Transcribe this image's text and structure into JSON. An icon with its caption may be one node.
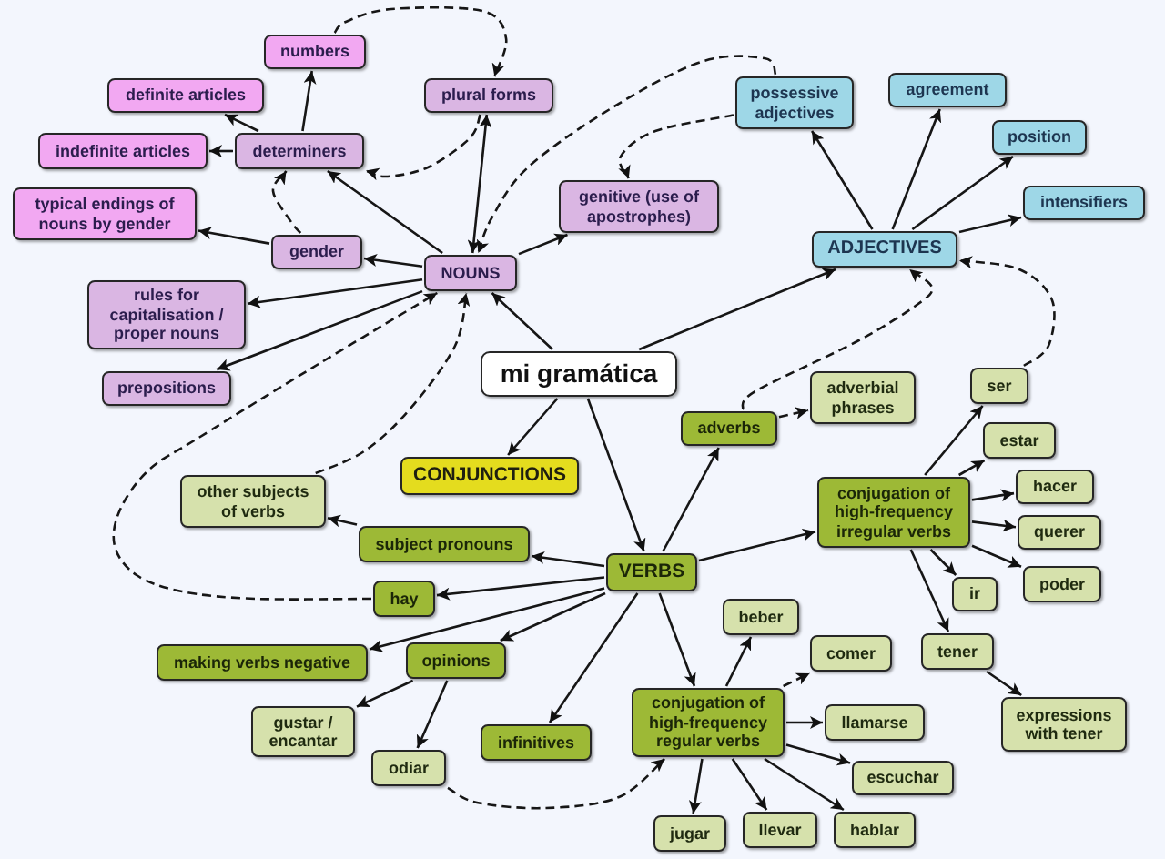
{
  "diagram": {
    "nodes": [
      {
        "text": [
          "numbers"
        ]
      },
      {
        "text": [
          "definite articles"
        ]
      },
      {
        "text": [
          "plural forms"
        ]
      },
      {
        "text": [
          "possessive adjectives"
        ]
      },
      {
        "text": [
          "agreement"
        ]
      },
      {
        "text": [
          "indefinite articles"
        ]
      },
      {
        "text": [
          "determiners"
        ]
      },
      {
        "text": [
          "position"
        ]
      },
      {
        "text": [
          "genitive (use of apostrophes)"
        ]
      },
      {
        "text": [
          "typical endings of nouns by gender"
        ]
      },
      {
        "text": [
          "intensifiers"
        ]
      },
      {
        "text": [
          "gender"
        ]
      },
      {
        "text": [
          "ADJECTIVES"
        ]
      },
      {
        "text": [
          "NOUNS"
        ]
      },
      {
        "text": [
          "rules for capitalisation / proper nouns"
        ]
      },
      {
        "text": [
          "mi gramática"
        ]
      },
      {
        "text": [
          "ser"
        ]
      },
      {
        "text": [
          "adverbial phrases"
        ]
      },
      {
        "text": [
          "prepositions"
        ]
      },
      {
        "text": [
          "adverbs"
        ]
      },
      {
        "text": [
          "estar"
        ]
      },
      {
        "text": [
          "CONJUNCTIONS"
        ]
      },
      {
        "text": [
          "hacer"
        ]
      },
      {
        "text": [
          "other subjects of verbs"
        ]
      },
      {
        "text": [
          "conjugation of high-frequency irregular verbs"
        ]
      },
      {
        "text": [
          "querer"
        ]
      },
      {
        "text": [
          "subject pronouns"
        ]
      },
      {
        "text": [
          "VERBS"
        ]
      },
      {
        "text": [
          "poder"
        ]
      },
      {
        "text": [
          "ir"
        ]
      },
      {
        "text": [
          "hay"
        ]
      },
      {
        "text": [
          "beber"
        ]
      },
      {
        "text": [
          "tener"
        ]
      },
      {
        "text": [
          "comer"
        ]
      },
      {
        "text": [
          "opinions"
        ]
      },
      {
        "text": [
          "making verbs negative"
        ]
      },
      {
        "text": [
          "conjugation of high-frequency regular verbs"
        ]
      },
      {
        "text": [
          "llamarse"
        ]
      },
      {
        "text": [
          "expressions with tener"
        ]
      },
      {
        "text": [
          "infinitives"
        ]
      },
      {
        "text": [
          "gustar / encantar"
        ]
      },
      {
        "text": [
          "odiar"
        ]
      },
      {
        "text": [
          "escuchar"
        ]
      },
      {
        "text": [
          "llevar"
        ]
      },
      {
        "text": [
          "hablar"
        ]
      },
      {
        "text": [
          "jugar"
        ]
      }
    ],
    "edges": [
      {
        "from": 15,
        "to": 13,
        "arrow": "to"
      },
      {
        "from": 15,
        "to": 12,
        "arrow": "to"
      },
      {
        "from": 15,
        "to": 21,
        "arrow": "to"
      },
      {
        "from": 15,
        "to": 27,
        "arrow": "to"
      },
      {
        "from": 13,
        "to": 2,
        "arrow": "both"
      },
      {
        "from": 13,
        "to": 6,
        "arrow": "to"
      },
      {
        "from": 13,
        "to": 11,
        "arrow": "to"
      },
      {
        "from": 13,
        "to": 14,
        "arrow": "to"
      },
      {
        "from": 13,
        "to": 18,
        "arrow": "to"
      },
      {
        "from": 13,
        "to": 8,
        "arrow": "to"
      },
      {
        "from": 6,
        "to": 0,
        "arrow": "to"
      },
      {
        "from": 6,
        "to": 1,
        "arrow": "to"
      },
      {
        "from": 6,
        "to": 5,
        "arrow": "to"
      },
      {
        "from": 11,
        "to": 9,
        "arrow": "to"
      },
      {
        "from": 11,
        "to": 6,
        "arrow": "to",
        "style": "dashed"
      },
      {
        "from": 0,
        "to": 2,
        "arrow": "to",
        "style": "dashed"
      },
      {
        "from": 2,
        "to": 6,
        "arrow": "to",
        "style": "dashed"
      },
      {
        "from": 3,
        "to": 13,
        "arrow": "to",
        "style": "dashed"
      },
      {
        "from": 3,
        "to": 8,
        "arrow": "to",
        "style": "dashed"
      },
      {
        "from": 12,
        "to": 3,
        "arrow": "to"
      },
      {
        "from": 12,
        "to": 4,
        "arrow": "to"
      },
      {
        "from": 12,
        "to": 7,
        "arrow": "to"
      },
      {
        "from": 12,
        "to": 10,
        "arrow": "to"
      },
      {
        "from": 19,
        "to": 12,
        "arrow": "to",
        "style": "dashed"
      },
      {
        "from": 16,
        "to": 12,
        "arrow": "to",
        "style": "dashed"
      },
      {
        "from": 27,
        "to": 19,
        "arrow": "to"
      },
      {
        "from": 19,
        "to": 17,
        "arrow": "to",
        "style": "dashed"
      },
      {
        "from": 27,
        "to": 24,
        "arrow": "to"
      },
      {
        "from": 24,
        "to": 16,
        "arrow": "to"
      },
      {
        "from": 24,
        "to": 20,
        "arrow": "to"
      },
      {
        "from": 24,
        "to": 22,
        "arrow": "to"
      },
      {
        "from": 24,
        "to": 25,
        "arrow": "to"
      },
      {
        "from": 24,
        "to": 28,
        "arrow": "to"
      },
      {
        "from": 24,
        "to": 29,
        "arrow": "to"
      },
      {
        "from": 24,
        "to": 32,
        "arrow": "to"
      },
      {
        "from": 32,
        "to": 38,
        "arrow": "to"
      },
      {
        "from": 27,
        "to": 36,
        "arrow": "to"
      },
      {
        "from": 36,
        "to": 31,
        "arrow": "to"
      },
      {
        "from": 36,
        "to": 33,
        "arrow": "to",
        "style": "dashed"
      },
      {
        "from": 36,
        "to": 37,
        "arrow": "to"
      },
      {
        "from": 36,
        "to": 42,
        "arrow": "to"
      },
      {
        "from": 36,
        "to": 45,
        "arrow": "to"
      },
      {
        "from": 36,
        "to": 43,
        "arrow": "to"
      },
      {
        "from": 36,
        "to": 44,
        "arrow": "to"
      },
      {
        "from": 41,
        "to": 36,
        "arrow": "to",
        "style": "dashed"
      },
      {
        "from": 27,
        "to": 26,
        "arrow": "to"
      },
      {
        "from": 26,
        "to": 23,
        "arrow": "to"
      },
      {
        "from": 27,
        "to": 30,
        "arrow": "to"
      },
      {
        "from": 27,
        "to": 35,
        "arrow": "to"
      },
      {
        "from": 27,
        "to": 34,
        "arrow": "to"
      },
      {
        "from": 27,
        "to": 39,
        "arrow": "to"
      },
      {
        "from": 34,
        "to": 40,
        "arrow": "to"
      },
      {
        "from": 34,
        "to": 41,
        "arrow": "to"
      },
      {
        "from": 30,
        "to": 13,
        "arrow": "to",
        "style": "dashed"
      },
      {
        "from": 23,
        "to": 13,
        "arrow": "to",
        "style": "dashed"
      }
    ]
  }
}
